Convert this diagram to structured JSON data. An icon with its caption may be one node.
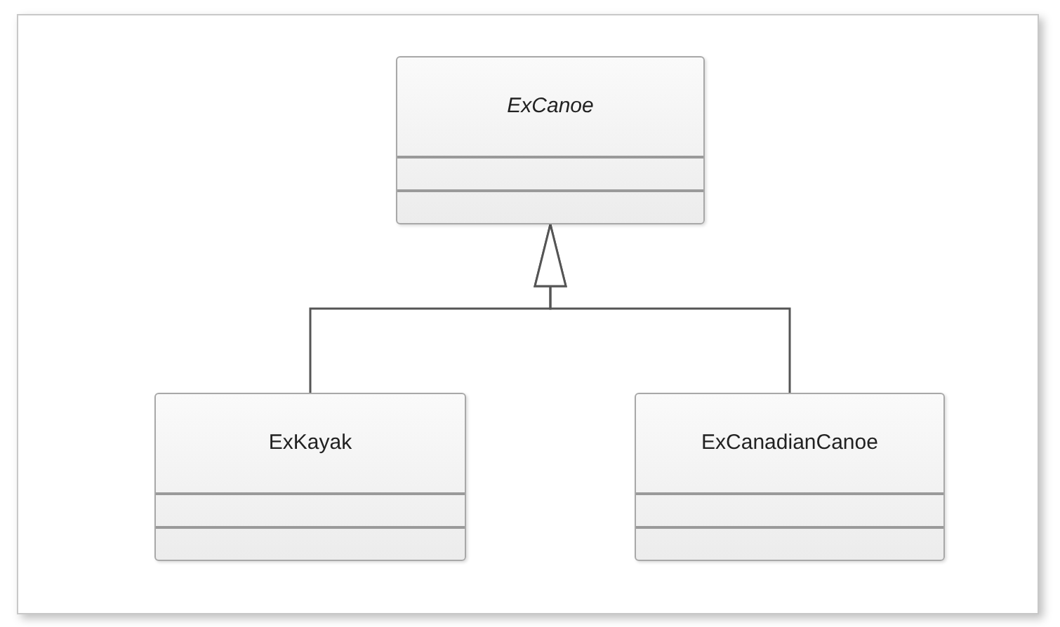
{
  "diagram": {
    "nodes": [
      {
        "text": [
          "ExCanoe"
        ]
      },
      {
        "text": [
          "ExKayak"
        ]
      },
      {
        "text": [
          "ExCanadianCanoe"
        ]
      }
    ],
    "edges": [
      {
        "from": 1,
        "to": 0,
        "arrow": "to"
      },
      {
        "from": 2,
        "to": 0,
        "arrow": "to"
      }
    ]
  }
}
